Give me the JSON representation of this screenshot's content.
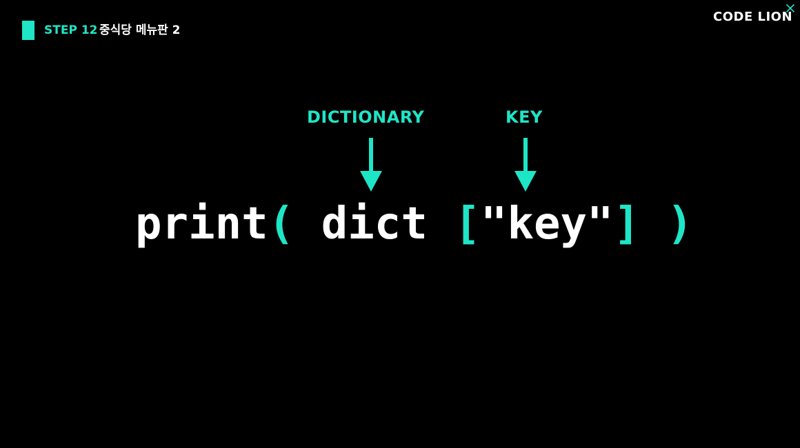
{
  "header": {
    "step_label": "STEP 12",
    "step_title": "중식당 메뉴판 2"
  },
  "logo": {
    "text": "CODE LION",
    "mark_icon": "slash-mark-icon"
  },
  "annotations": {
    "dictionary_label": "DICTIONARY",
    "key_label": "KEY",
    "arrow_icon": "down-arrow-icon"
  },
  "code": {
    "print": "print",
    "open_paren": "(",
    "space1": " ",
    "dict": "dict",
    "space2": " ",
    "open_bracket": "[",
    "key_literal": "\"key\"",
    "close_bracket": "]",
    "space3": " ",
    "close_paren": ")"
  },
  "colors": {
    "accent": "#1fe5c7",
    "text": "#ffffff",
    "background": "#000000"
  }
}
